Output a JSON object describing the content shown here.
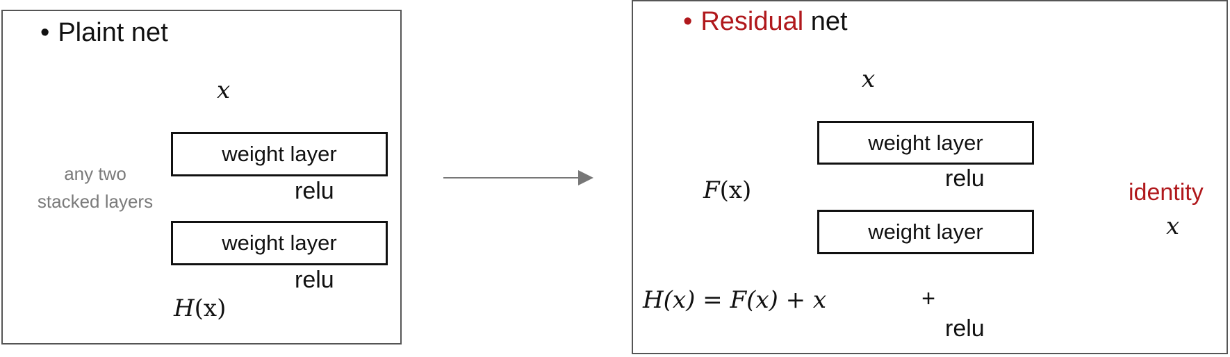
{
  "plain": {
    "bullet": "•",
    "title": "Plaint net",
    "input": "x",
    "layer1": "weight layer",
    "relu1": "relu",
    "layer2": "weight layer",
    "relu2": "relu",
    "output_fn": "H",
    "output_arg": "(x)",
    "side_note_line1": "any two",
    "side_note_line2": "stacked layers"
  },
  "residual": {
    "bullet": "•",
    "title_highlight": "Residual",
    "title_rest": "net",
    "input": "x",
    "layer1": "weight layer",
    "relu1": "relu",
    "layer2": "weight layer",
    "residual_fn": "F",
    "residual_arg": "(x)",
    "equation_lhs": "H(x)",
    "equation_eq": "=",
    "equation_f": "F(x)",
    "equation_plus": "+",
    "equation_x": "x",
    "add_symbol": "+",
    "relu_out": "relu",
    "identity_label": "identity",
    "identity_x": "x"
  },
  "colors": {
    "accent_red": "#b0181c",
    "border": "#555555",
    "arrow_gray": "#777777",
    "note_gray": "#7a7a7a"
  }
}
